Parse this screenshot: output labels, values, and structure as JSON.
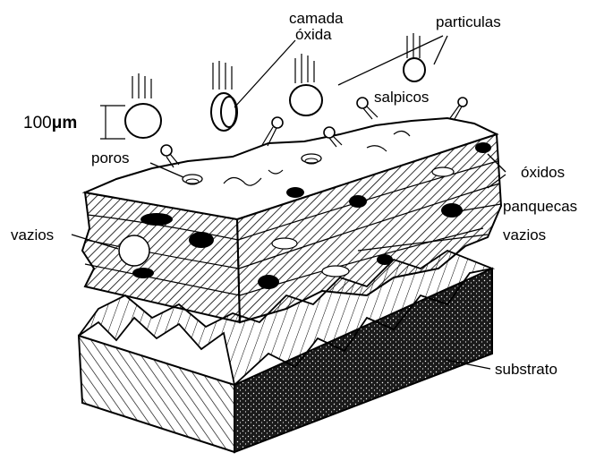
{
  "labels": {
    "camada_line1": "camada",
    "camada_line2": "óxida",
    "particulas": "particulas",
    "salpicos": "salpicos",
    "scale_value": "100",
    "scale_unit": "μm",
    "poros": "poros",
    "oxidos": "óxidos",
    "panquecas": "panquecas",
    "vazios_left": "vazios",
    "vazios_right": "vazios",
    "substrato": "substrato"
  },
  "colors": {
    "ink": "#000000",
    "paper": "#ffffff",
    "substrate_dark": "#1a1a1a"
  }
}
